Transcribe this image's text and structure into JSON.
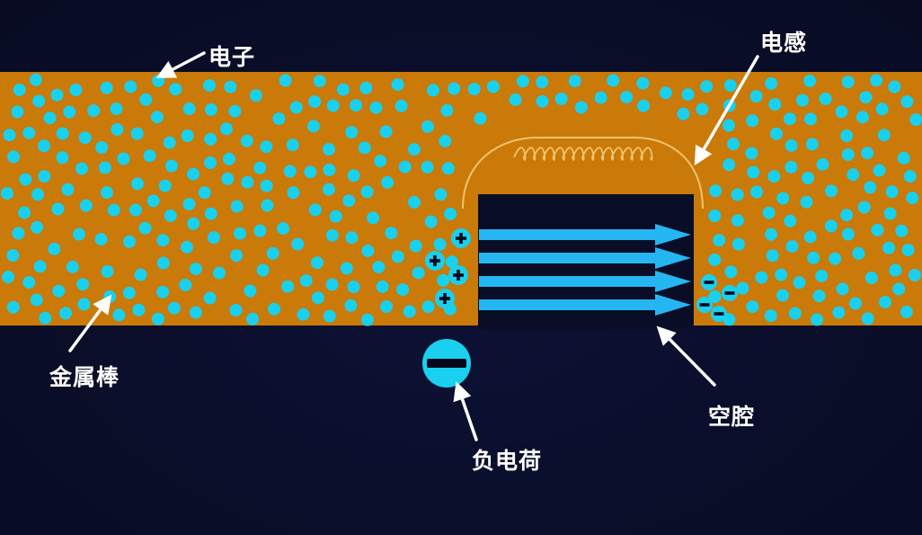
{
  "labels": {
    "electron": "电子",
    "inductor": "电感",
    "metal_rod": "金属棒",
    "cavity": "空腔",
    "negative_charge": "负电荷"
  },
  "colors": {
    "background": "#0a0e2a",
    "metal": "#c97a08",
    "electron": "#19d0ee",
    "field_arrow": "#25b6f2",
    "inductor_wire": "#f3c36c",
    "cavity": "#0a0d26",
    "annotation": "#ffffff"
  },
  "icons": {
    "positive_charge": "plus-circle",
    "negative_charge": "minus-circle",
    "pointer": "white-arrow"
  }
}
